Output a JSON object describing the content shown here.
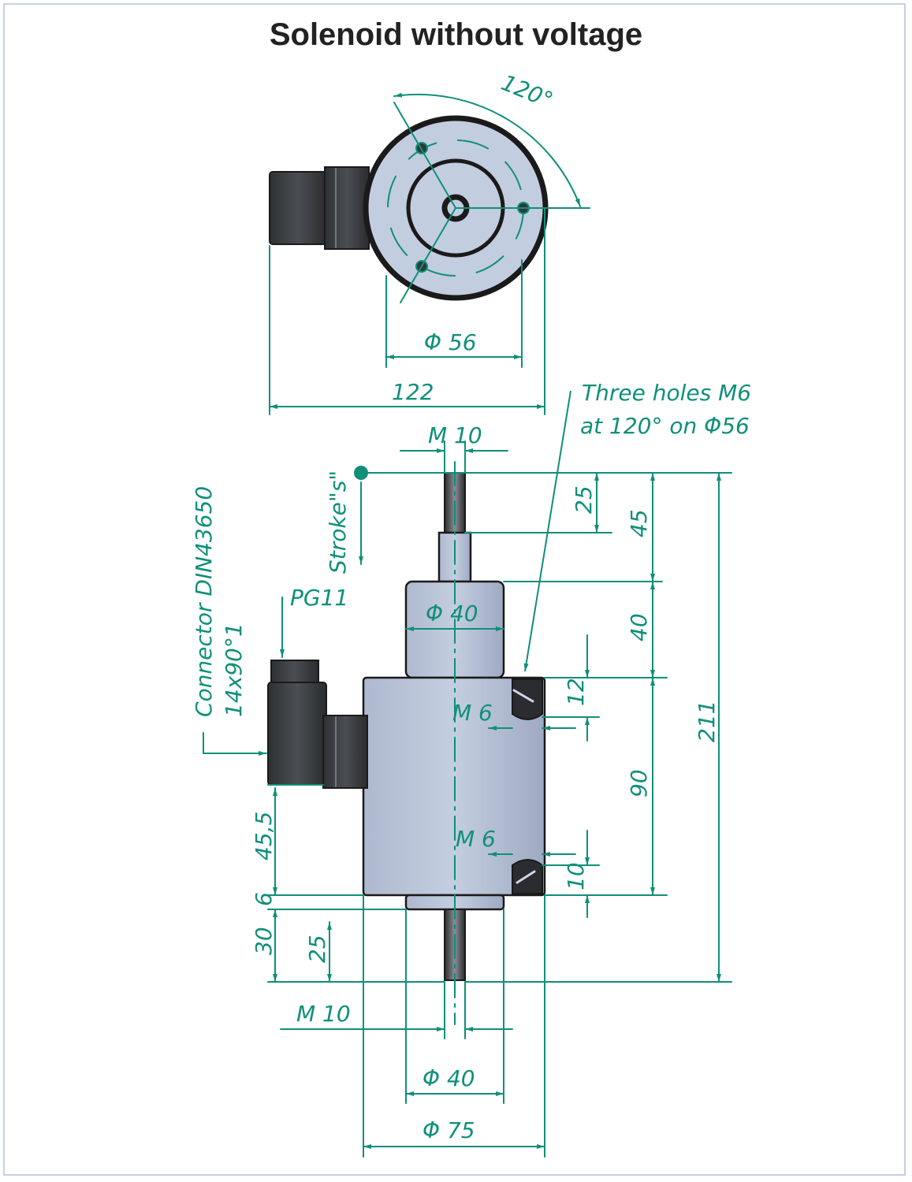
{
  "title": "Solenoid without voltage",
  "colors": {
    "dimension": "#0f8f7a",
    "body_fill": "#b9c4d8",
    "connector_fill": "#3a3d40",
    "outline": "#1a1a1a",
    "frame": "#c8cfe6"
  },
  "top_view": {
    "angle_label": "120°",
    "diameter_label": "Φ 56",
    "width_label": "122"
  },
  "note": {
    "line1": "Three holes M6",
    "line2": "at 120° on Φ56"
  },
  "side_view": {
    "top_thread": "M 10",
    "stroke_label": "Stroke\"s\"",
    "pg_label": "PG11",
    "connector_line1": "Connector DIN43650",
    "connector_line2": "14x90°1",
    "upper_diameter": "Φ 40",
    "side_hole_upper": "M 6",
    "side_hole_lower": "M 6",
    "bottom_thread": "M 10",
    "bottom_diameter_small": "Φ 40",
    "bottom_diameter_large": "Φ 75"
  },
  "dimensions": {
    "d25_top": "25",
    "d45": "45",
    "d40": "40",
    "d12": "12",
    "d90": "90",
    "d10": "10",
    "d211": "211",
    "d45_5": "45,5",
    "d6": "6",
    "d30": "30",
    "d25_bottom": "25"
  }
}
